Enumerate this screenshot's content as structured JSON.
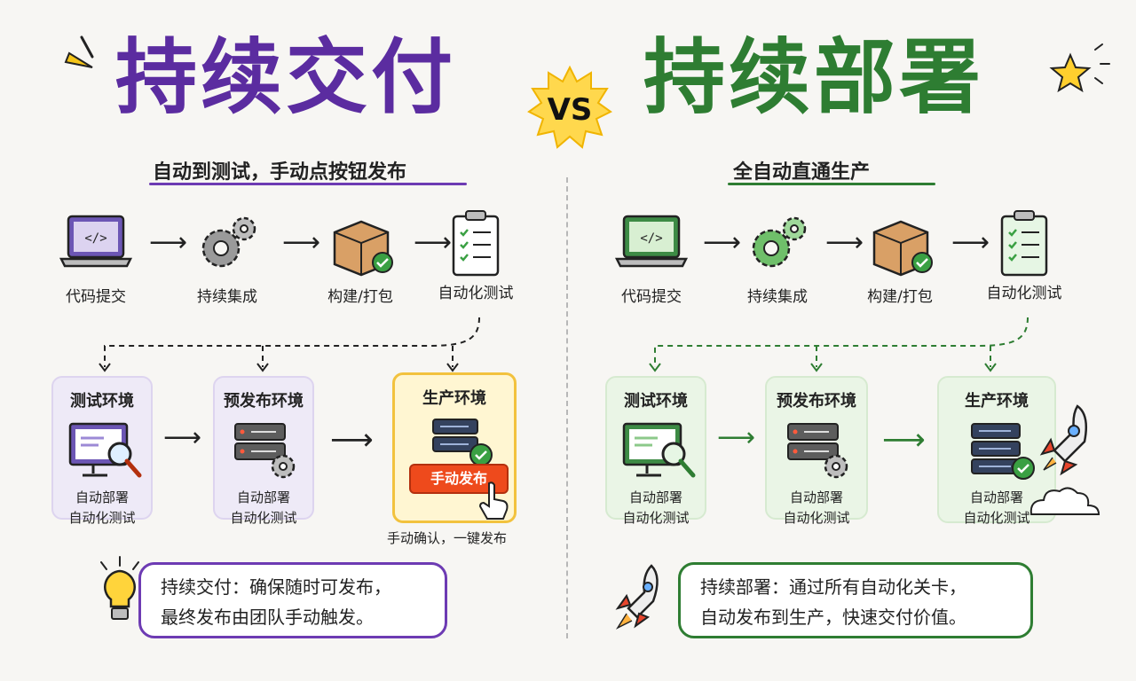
{
  "left": {
    "title": "持续交付",
    "subtitle": "自动到测试，手动点按钮发布",
    "steps": [
      "代码提交",
      "持续集成",
      "构建/打包",
      "自动化测试"
    ],
    "envs": [
      {
        "name": "测试环境",
        "desc1": "自动部署",
        "desc2": "自动化测试"
      },
      {
        "name": "预发布环境",
        "desc1": "自动部署",
        "desc2": "自动化测试"
      },
      {
        "name": "生产环境",
        "button": "手动发布"
      }
    ],
    "confirm_note": "手动确认，一键发布",
    "note_line1": "持续交付：确保随时可发布，",
    "note_line2": "最终发布由团队手动触发。"
  },
  "vs": "VS",
  "right": {
    "title": "持续部署",
    "subtitle": "全自动直通生产",
    "steps": [
      "代码提交",
      "持续集成",
      "构建/打包",
      "自动化测试"
    ],
    "envs": [
      {
        "name": "测试环境",
        "desc1": "自动部署",
        "desc2": "自动化测试"
      },
      {
        "name": "预发布环境",
        "desc1": "自动部署",
        "desc2": "自动化测试"
      },
      {
        "name": "生产环境",
        "desc1": "自动部署",
        "desc2": "自动化测试"
      }
    ],
    "note_line1": "持续部署：通过所有自动化关卡，",
    "note_line2": "自动发布到生产，快速交付价值。"
  },
  "colors": {
    "left_accent": "#5b2ca0",
    "right_accent": "#2e7d32",
    "vs_burst": "#ffd84d",
    "release_button": "#ee4a1c"
  },
  "icons": [
    "laptop-code-icon",
    "gears-icon",
    "package-check-icon",
    "clipboard-checklist-icon",
    "monitor-magnifier-icon",
    "server-gear-icon",
    "server-check-icon",
    "hand-pointer-icon",
    "lightbulb-icon",
    "rocket-icon",
    "star-icon"
  ]
}
